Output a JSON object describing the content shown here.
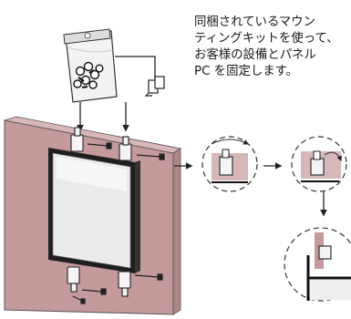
{
  "instruction": {
    "lines": [
      "同梱されているマウン",
      "ティングキットを使って、",
      "お客様の設備とパネル",
      "PC を固定します。"
    ]
  },
  "colors": {
    "wall": "#c49a9d",
    "panel_frame": "#1f1f1f",
    "screen": "#e8ebea",
    "line": "#222222"
  },
  "icons": [
    "hardware-bag-icon",
    "mounting-bracket-icon",
    "screw-icon",
    "arrow-icon",
    "detail-magnifier-icon"
  ]
}
